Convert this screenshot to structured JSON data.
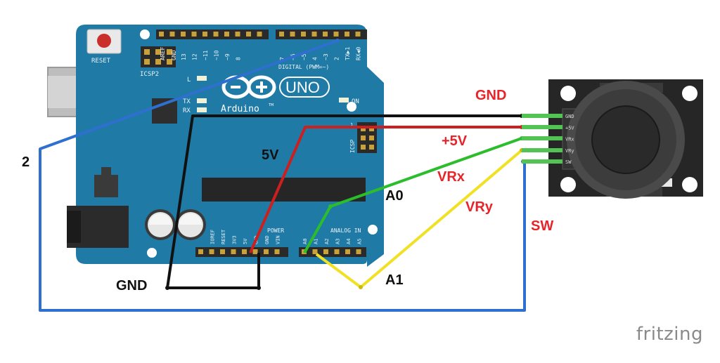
{
  "board": {
    "reset_label": "RESET",
    "icsp2_label": "ICSP2",
    "aref_label": "AREF",
    "gnd_top_label": "GND",
    "digital_pins": [
      "13",
      "12",
      "~11",
      "~10",
      "~9",
      "8",
      "7",
      "~6",
      "~5",
      "4",
      "~3",
      "2",
      "TX▶1",
      "RX◀0"
    ],
    "digital_label": "DIGITAL (PWM=~)",
    "l_label": "L",
    "tx_label": "TX",
    "rx_label": "RX",
    "on_label": "ON",
    "uno_label": "UNO",
    "brand_label": "Arduino",
    "tm_label": "TM",
    "icsp_label": "ICSP",
    "icsp_one_label": "1",
    "power_pins": [
      "IOREF",
      "RESET",
      "3V3",
      "5V",
      "GND",
      "GND",
      "VIN"
    ],
    "power_label": "POWER",
    "analog_pins": [
      "A0",
      "A1",
      "A2",
      "A3",
      "A4",
      "A5"
    ],
    "analog_label": "ANALOG IN"
  },
  "joystick": {
    "pins": [
      "GND",
      "+5V",
      "VRx",
      "VRy",
      "SW"
    ]
  },
  "wires": [
    {
      "name": "gnd-wire",
      "color": "#111111"
    },
    {
      "name": "5v-wire",
      "color": "#cc1f1f"
    },
    {
      "name": "vrx-wire",
      "color": "#2bbd2b"
    },
    {
      "name": "vry-wire",
      "color": "#f0e124"
    },
    {
      "name": "sw-wire",
      "color": "#2f6fd0"
    }
  ],
  "labels": {
    "pin2": "2",
    "gnd_board": "GND",
    "v5_board": "5V",
    "a0": "A0",
    "a1": "A1",
    "gnd_joy": "GND",
    "v5_joy": "+5V",
    "vrx": "VRx",
    "vry": "VRy",
    "sw": "SW"
  },
  "colors": {
    "pcb": "#1f7aa6",
    "pcb_dark": "#176489",
    "header": "#2a2a2a",
    "label_red": "#e8242a",
    "label_black": "#111111"
  },
  "footer": {
    "brand": "fritzing"
  }
}
